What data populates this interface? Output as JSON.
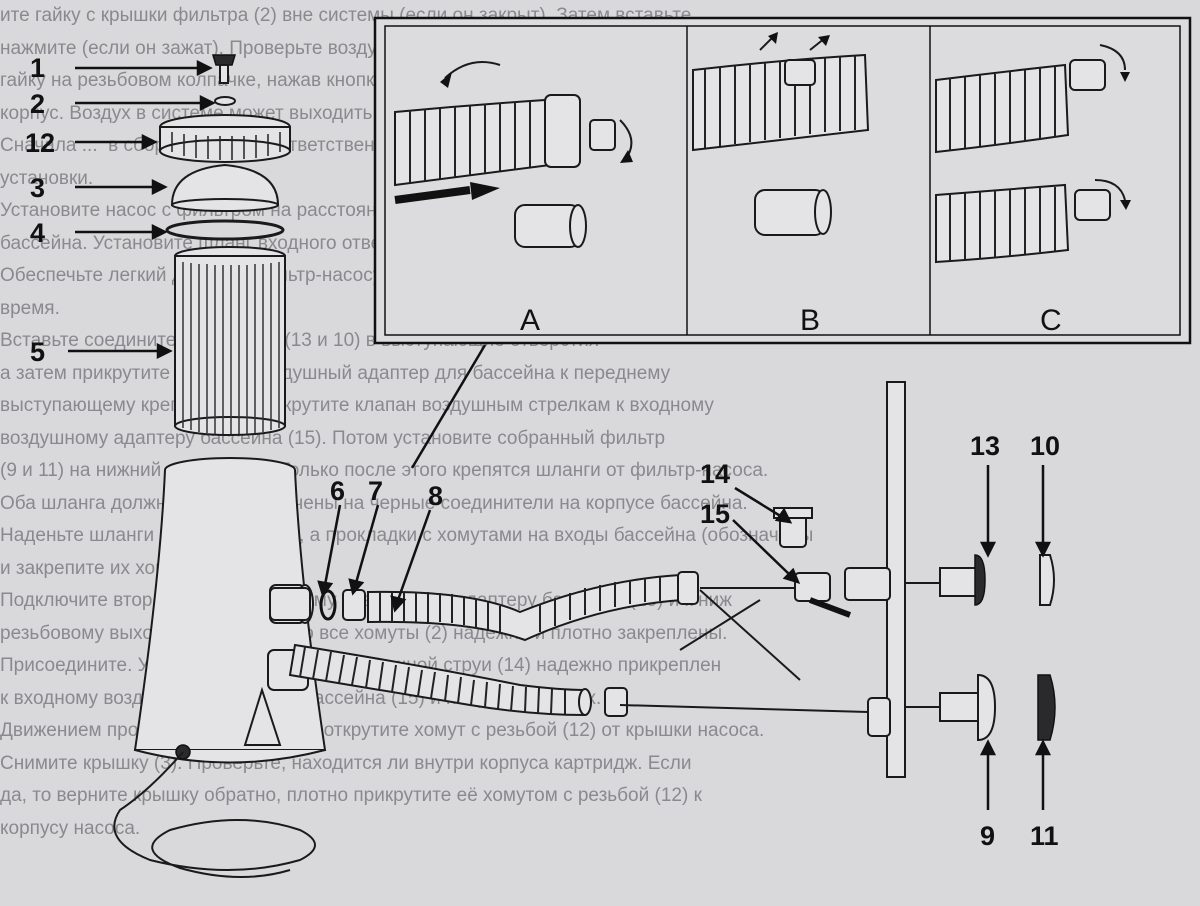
{
  "background_text": [
    "ите гайку с крышки фильтра (2) вне системы (если он закрыт). Затем вставьте",
    "нажмите (если он зажат). Проверьте воздушный клапан, кольцо на видимых (1)",
    "гайку на резьбовом колпачке, нажав кнопку вниз при необходимости. Вы увидите",
    "корпус. Воздух в системе может выходить на поверхность воды.",
    "Сначала ...  в сборе ... отвод ... ответственности ... по ...",
    "установки.",
    "Установите насос с фильтром на расстоянии длины шлангов от стенки бассейна.",
    "бассейна. Установите шланг входного отверстия на адаптер для подключения",
    "Обеспечьте легкий доступ к фильтр-насосу для обслуживания в любое",
    "время.",
    "Вставьте соединители, насадки (13 и 10) в выступающие отверстия",
    "а затем прикрутите входной воздушный адаптер для бассейна к переднему",
    "выступающему креплению. Прикрутите клапан воздушным стрелкам к входному",
    "воздушному адаптеру бассейна (15). Потом установите собранный фильтр",
    "(9 и 11) на нижний переходник. Только после этого крепятся шланги от фильтр-насоса.",
    "Оба шланга должны быть прикручены на черные соединители на корпусе бассейна.",
    "Наденьте шланги на соединители, а прокладки с хомутами на входы бассейна (обозначены",
    "и закрепите их хомутами.",
    "Подключите второй шланг к входному воздушному адаптеру бассейна (15) и к ниж",
    "резьбовому выходу. Убедитесь, что все хомуты (2) надежно и плотно закреплены.",
    "Присоедините. Убедитесь, что клапан воздушной струи (14) надежно прикреплен",
    "к входному воздушному адаптеру бассейна (15) и направлен вверх.",
    "Движением против часовой стрелки открутите хомут с резьбой (12) от крышки насоса.",
    "Снимите крышку (3). Проверьте, находится ли внутри корпуса картридж. Если",
    "да, то верните крышку обратно, плотно прикрутите её хомутом с резьбой (12) к",
    "корпусу насоса."
  ],
  "part_numbers": {
    "n1": "1",
    "n2": "2",
    "n12": "12",
    "n3": "3",
    "n4": "4",
    "n5": "5",
    "n6": "6",
    "n7": "7",
    "n8": "8",
    "n14": "14",
    "n15": "15",
    "n13": "13",
    "n10": "10",
    "n9": "9",
    "n11": "11"
  },
  "panels": {
    "a": "A",
    "b": "B",
    "c": "C"
  }
}
